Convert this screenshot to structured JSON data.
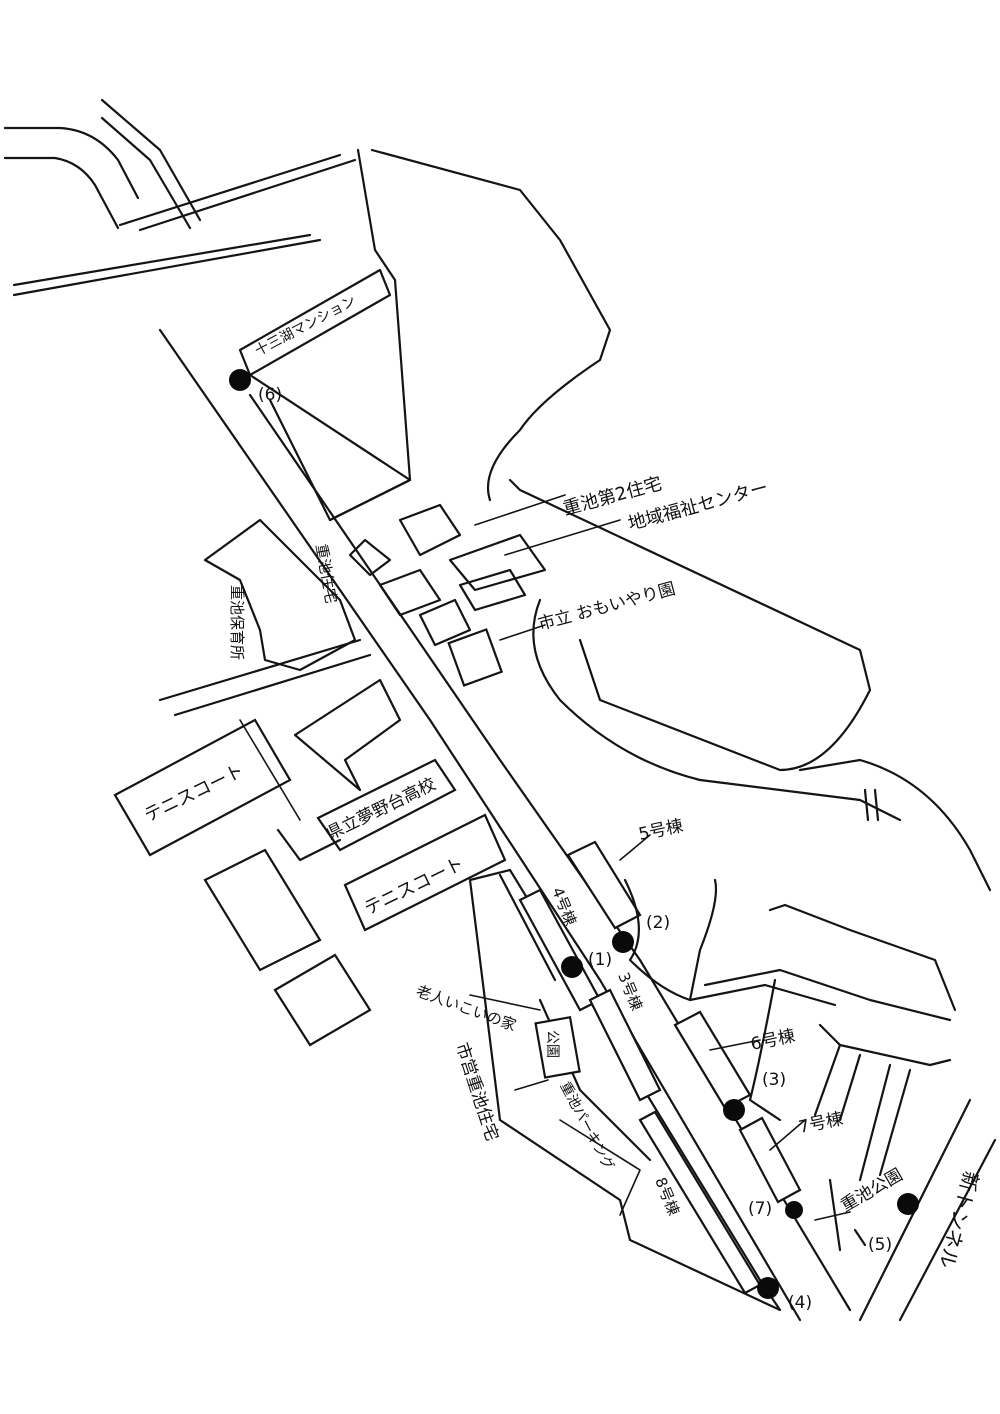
{
  "labels": {
    "jusanko_mansion": "十三湖マンション",
    "renchi_dai2_jutaku": "重池第2住宅",
    "chiiki_fukushi_center": "地域福祉センター",
    "omoiyari_en": "市立 おもいやり園",
    "hoikusho": "重池保育所",
    "jutaku_upper": "重池住宅",
    "tennis_left": "テニスコート",
    "koukou": "県立夢野台高校",
    "tennis_lower": "テニスコート",
    "bldg5": "5号棟",
    "bldg4": "4号棟",
    "bldg3": "3号棟",
    "bldg6": "6号棟",
    "bldg7": "7号棟",
    "bldg8": "8号棟",
    "roujin": "老人いこいの家",
    "koen": "公園",
    "parking": "重池パーキング",
    "shiei": "市営重池住宅",
    "renchi_koen": "重池公園",
    "shin_tunnel": "新トンネル"
  },
  "markers": [
    {
      "id": "1",
      "label": "(1)"
    },
    {
      "id": "2",
      "label": "(2)"
    },
    {
      "id": "3",
      "label": "(3)"
    },
    {
      "id": "4",
      "label": "(4)"
    },
    {
      "id": "5",
      "label": "(5)"
    },
    {
      "id": "6",
      "label": "(6)"
    },
    {
      "id": "7",
      "label": "(7)"
    }
  ]
}
